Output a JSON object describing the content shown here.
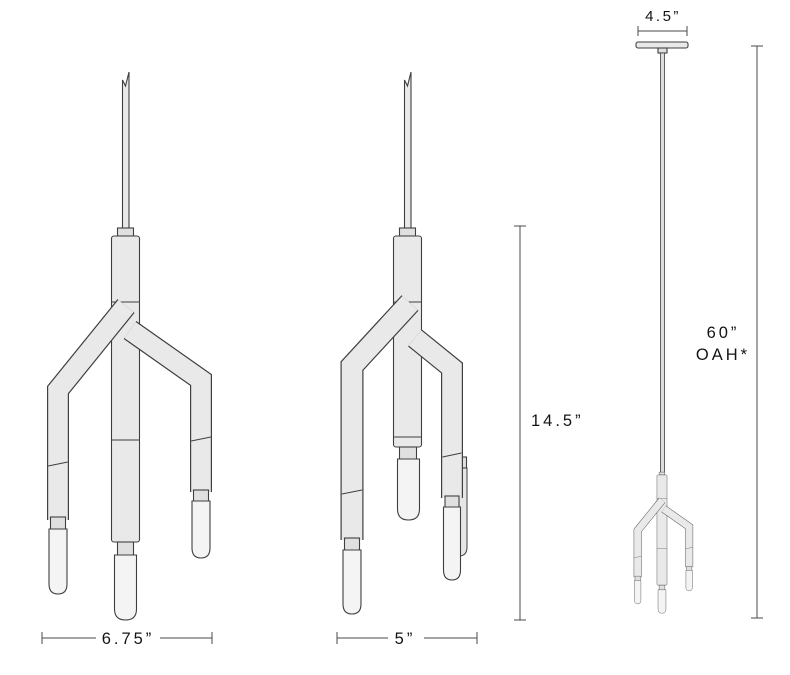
{
  "drawing": {
    "front_view": {
      "width_label": "6.75”"
    },
    "side_view": {
      "width_label": "5”",
      "fixture_height_label": "14.5”"
    },
    "hanging_view": {
      "canopy_width_label": "4.5”",
      "overall_height_label": "60”",
      "overall_height_note": "OAH*"
    }
  },
  "colors": {
    "outline": "#3f3f3f",
    "dimension_line": "#4a4a4a",
    "metal_fill": "#e9e9e9",
    "bulb_fill": "#f4f4f4",
    "label_text": "#141414",
    "background": "#ffffff"
  }
}
